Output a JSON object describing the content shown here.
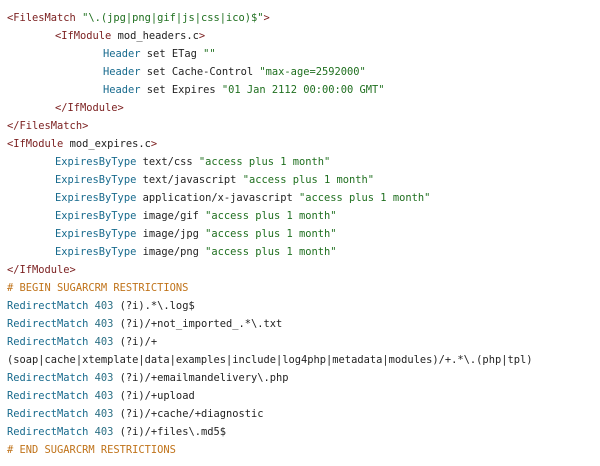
{
  "lines": [
    {
      "indent": 0,
      "tokens": [
        {
          "c": "tag",
          "t": "<FilesMatch"
        },
        {
          "c": "plain",
          "t": " "
        },
        {
          "c": "str",
          "t": "\"\\.(jpg|png|gif|js|css|ico)$\""
        },
        {
          "c": "tag",
          "t": ">"
        }
      ]
    },
    {
      "indent": 1,
      "tokens": [
        {
          "c": "tag",
          "t": "<IfModule"
        },
        {
          "c": "plain",
          "t": " mod_headers.c"
        },
        {
          "c": "tag",
          "t": ">"
        }
      ]
    },
    {
      "indent": 2,
      "tokens": [
        {
          "c": "kw",
          "t": "Header"
        },
        {
          "c": "plain",
          "t": " set ETag "
        },
        {
          "c": "str",
          "t": "\"\""
        }
      ]
    },
    {
      "indent": 2,
      "tokens": [
        {
          "c": "kw",
          "t": "Header"
        },
        {
          "c": "plain",
          "t": " set Cache-Control "
        },
        {
          "c": "str",
          "t": "\"max-age=2592000\""
        }
      ]
    },
    {
      "indent": 2,
      "tokens": [
        {
          "c": "kw",
          "t": "Header"
        },
        {
          "c": "plain",
          "t": " set Expires "
        },
        {
          "c": "str",
          "t": "\"01 Jan 2112 00:00:00 GMT\""
        }
      ]
    },
    {
      "indent": 1,
      "tokens": [
        {
          "c": "tag",
          "t": "</IfModule>"
        }
      ]
    },
    {
      "indent": 0,
      "tokens": [
        {
          "c": "tag",
          "t": "</FilesMatch>"
        }
      ]
    },
    {
      "indent": 0,
      "tokens": [
        {
          "c": "tag",
          "t": "<IfModule"
        },
        {
          "c": "plain",
          "t": " mod_expires.c"
        },
        {
          "c": "tag",
          "t": ">"
        }
      ]
    },
    {
      "indent": 1,
      "tokens": [
        {
          "c": "kw",
          "t": "ExpiresByType"
        },
        {
          "c": "plain",
          "t": " text/css "
        },
        {
          "c": "str",
          "t": "\"access plus 1 month\""
        }
      ]
    },
    {
      "indent": 1,
      "tokens": [
        {
          "c": "kw",
          "t": "ExpiresByType"
        },
        {
          "c": "plain",
          "t": " text/javascript "
        },
        {
          "c": "str",
          "t": "\"access plus 1 month\""
        }
      ]
    },
    {
      "indent": 1,
      "tokens": [
        {
          "c": "kw",
          "t": "ExpiresByType"
        },
        {
          "c": "plain",
          "t": " application/x-javascript "
        },
        {
          "c": "str",
          "t": "\"access plus 1 month\""
        }
      ]
    },
    {
      "indent": 1,
      "tokens": [
        {
          "c": "kw",
          "t": "ExpiresByType"
        },
        {
          "c": "plain",
          "t": " image/gif "
        },
        {
          "c": "str",
          "t": "\"access plus 1 month\""
        }
      ]
    },
    {
      "indent": 1,
      "tokens": [
        {
          "c": "kw",
          "t": "ExpiresByType"
        },
        {
          "c": "plain",
          "t": " image/jpg "
        },
        {
          "c": "str",
          "t": "\"access plus 1 month\""
        }
      ]
    },
    {
      "indent": 1,
      "tokens": [
        {
          "c": "kw",
          "t": "ExpiresByType"
        },
        {
          "c": "plain",
          "t": " image/png "
        },
        {
          "c": "str",
          "t": "\"access plus 1 month\""
        }
      ]
    },
    {
      "indent": 0,
      "tokens": [
        {
          "c": "tag",
          "t": "</IfModule>"
        }
      ]
    },
    {
      "indent": 0,
      "tokens": [
        {
          "c": "cmt",
          "t": "# BEGIN SUGARCRM RESTRICTIONS"
        }
      ]
    },
    {
      "indent": 0,
      "tokens": [
        {
          "c": "kw",
          "t": "RedirectMatch"
        },
        {
          "c": "plain",
          "t": " "
        },
        {
          "c": "num",
          "t": "403"
        },
        {
          "c": "plain",
          "t": " (?i).*\\.log$"
        }
      ]
    },
    {
      "indent": 0,
      "tokens": [
        {
          "c": "kw",
          "t": "RedirectMatch"
        },
        {
          "c": "plain",
          "t": " "
        },
        {
          "c": "num",
          "t": "403"
        },
        {
          "c": "plain",
          "t": " (?i)/+not_imported_.*\\.txt"
        }
      ]
    },
    {
      "indent": 0,
      "tokens": [
        {
          "c": "kw",
          "t": "RedirectMatch"
        },
        {
          "c": "plain",
          "t": " "
        },
        {
          "c": "num",
          "t": "403"
        },
        {
          "c": "plain",
          "t": " (?i)/+"
        }
      ]
    },
    {
      "indent": 0,
      "tokens": [
        {
          "c": "plain",
          "t": "(soap|cache|xtemplate|data|examples|include|log4php|metadata|modules)/+.*\\.(php|tpl)"
        }
      ]
    },
    {
      "indent": 0,
      "tokens": [
        {
          "c": "kw",
          "t": "RedirectMatch"
        },
        {
          "c": "plain",
          "t": " "
        },
        {
          "c": "num",
          "t": "403"
        },
        {
          "c": "plain",
          "t": " (?i)/+emailmandelivery\\.php"
        }
      ]
    },
    {
      "indent": 0,
      "tokens": [
        {
          "c": "kw",
          "t": "RedirectMatch"
        },
        {
          "c": "plain",
          "t": " "
        },
        {
          "c": "num",
          "t": "403"
        },
        {
          "c": "plain",
          "t": " (?i)/+upload"
        }
      ]
    },
    {
      "indent": 0,
      "tokens": [
        {
          "c": "kw",
          "t": "RedirectMatch"
        },
        {
          "c": "plain",
          "t": " "
        },
        {
          "c": "num",
          "t": "403"
        },
        {
          "c": "plain",
          "t": " (?i)/+cache/+diagnostic"
        }
      ]
    },
    {
      "indent": 0,
      "tokens": [
        {
          "c": "kw",
          "t": "RedirectMatch"
        },
        {
          "c": "plain",
          "t": " "
        },
        {
          "c": "num",
          "t": "403"
        },
        {
          "c": "plain",
          "t": " (?i)/+files\\.md5$"
        }
      ]
    },
    {
      "indent": 0,
      "tokens": [
        {
          "c": "cmt",
          "t": "# END SUGARCRM RESTRICTIONS"
        }
      ]
    }
  ],
  "colors": {
    "tag": "#7a1e1e",
    "keyword": "#176a8d",
    "string": "#1f6f1f",
    "number": "#2b6f84",
    "comment": "#c0731a",
    "text": "#1f1f1f"
  }
}
